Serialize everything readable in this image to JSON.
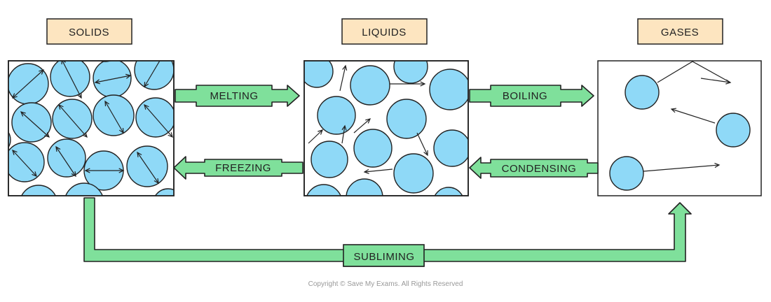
{
  "states": {
    "solids": "SOLIDS",
    "liquids": "LIQUIDS",
    "gases": "GASES"
  },
  "processes": {
    "melting": "MELTING",
    "freezing": "FREEZING",
    "boiling": "BOILING",
    "condensing": "CONDENSING",
    "subliming": "SUBLIMING"
  },
  "copyright": "Copyright © Save My Exams. All Rights Reserved",
  "colors": {
    "title_fill": "#fde5c0",
    "arrow_fill": "#7fe09b",
    "particle_fill": "#8fd9f7",
    "outline": "#222222"
  }
}
